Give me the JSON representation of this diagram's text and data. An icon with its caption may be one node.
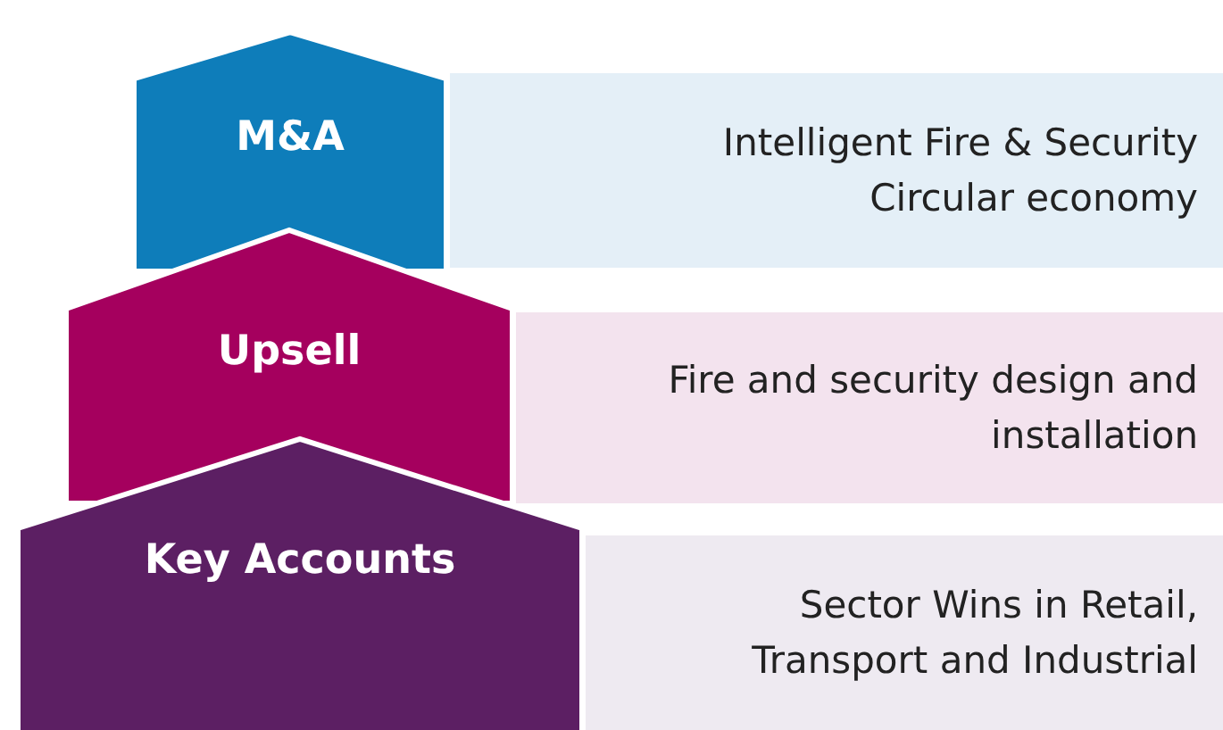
{
  "diagram": {
    "nodes": [
      {
        "text": [
          "M&A"
        ]
      },
      {
        "text": [
          "Intelligent Fire & Security",
          "Circular economy"
        ]
      },
      {
        "text": [
          "Upsell"
        ]
      },
      {
        "text": [
          "Fire and security design and installation"
        ]
      },
      {
        "text": [
          "Key Accounts"
        ]
      },
      {
        "text": [
          "Sector Wins in Retail, Transport and Industrial"
        ]
      }
    ],
    "edges": []
  }
}
